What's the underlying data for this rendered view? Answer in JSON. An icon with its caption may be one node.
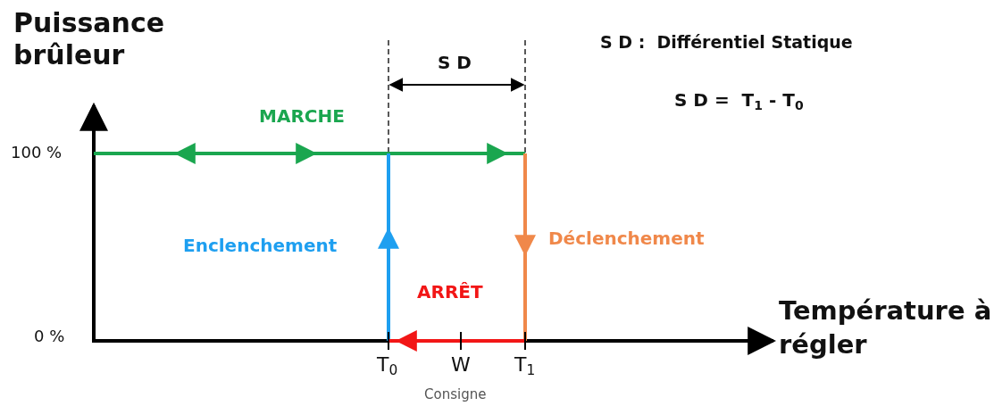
{
  "diagram": {
    "labels": [
      "Puissance brûleur",
      "S D :  Différentiel Statique",
      "S D",
      "S D =  T$_{1}$ - T$_{0}$",
      "MARCHE",
      "100 %",
      "Enclenchement",
      "Déclenchement",
      "ARRÊT",
      "Température à régler",
      "0 %",
      "T$_{0}$",
      "W",
      "T$_{1}$",
      "Consigne"
    ]
  }
}
